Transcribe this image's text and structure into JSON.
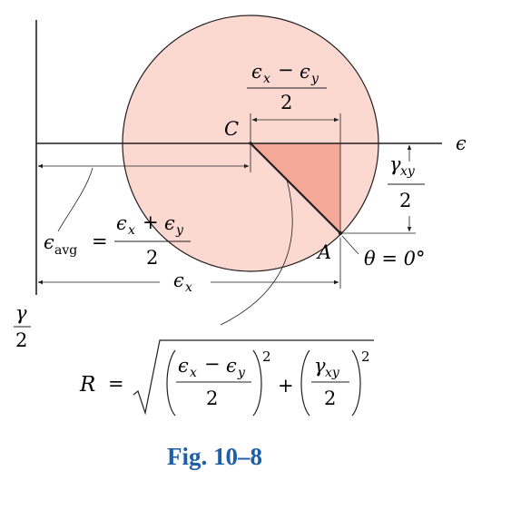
{
  "labels": {
    "axis_epsilon": "ϵ",
    "axis_gamma_num": "γ",
    "axis_gamma_den": "2",
    "center": "C",
    "point_a": "A",
    "theta_label": "θ = 0°",
    "top_num_e1": "ϵ",
    "top_num_x": "x",
    "top_num_minus": "−",
    "top_num_e2": "ϵ",
    "top_num_y": "y",
    "top_den": "2",
    "right_num_gamma": "γ",
    "right_num_xy": "xy",
    "right_den": "2",
    "avg_e": "ϵ",
    "avg_sub": "avg",
    "avg_eq": "=",
    "avg_num_e1": "ϵ",
    "avg_num_x": "x",
    "avg_num_plus": "+",
    "avg_num_e2": "ϵ",
    "avg_num_y": "y",
    "avg_den": "2",
    "ex_e": "ϵ",
    "ex_x": "x"
  },
  "formula": {
    "r": "R",
    "eq": "=",
    "f1_e1": "ϵ",
    "f1_x": "x",
    "f1_minus": "−",
    "f1_e2": "ϵ",
    "f1_y": "y",
    "f1_den": "2",
    "f1_exp": "2",
    "plus": "+",
    "f2_gamma": "γ",
    "f2_xy": "xy",
    "f2_den": "2",
    "f2_exp": "2"
  },
  "caption": "Fig. 10–8",
  "colors": {
    "circle_fill": "#fbd9d1",
    "triangle_fill": "#f4a898",
    "caption": "#1d5fa6",
    "line": "#231f20"
  }
}
